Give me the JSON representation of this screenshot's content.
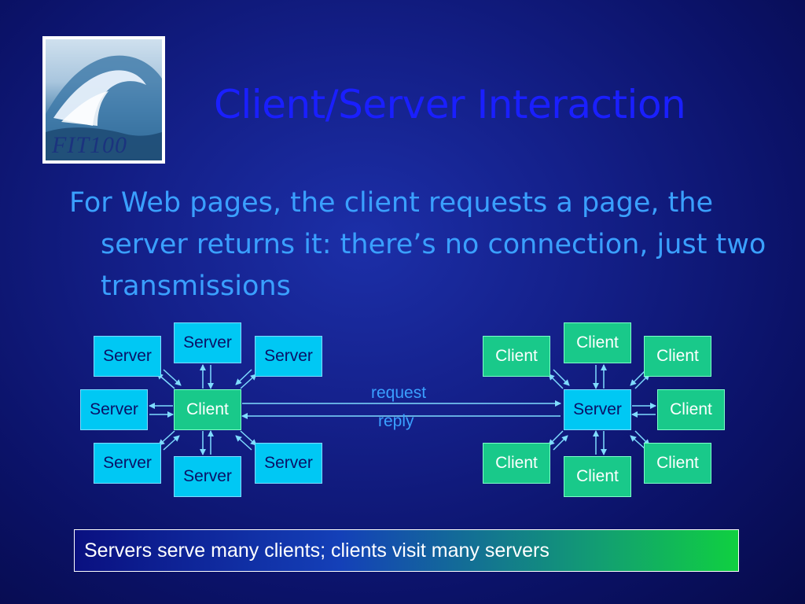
{
  "slide": {
    "title": "Client/Server Interaction",
    "body": "For Web pages, the client requests a page, the server returns it: there’s no connection, just two transmissions",
    "logo_text": "FIT100",
    "caption": "Servers serve many clients; clients visit many servers"
  },
  "left_cluster": {
    "center": "Client",
    "satellites": [
      "Server",
      "Server",
      "Server",
      "Server",
      "Server",
      "Server",
      "Server"
    ]
  },
  "right_cluster": {
    "center": "Server",
    "satellites": [
      "Client",
      "Client",
      "Client",
      "Client",
      "Client",
      "Client",
      "Client"
    ]
  },
  "link": {
    "request_label": "request",
    "reply_label": "reply"
  },
  "colors": {
    "server_box": "#00c8f4",
    "client_box": "#19c98a",
    "title": "#1a1fff",
    "body_text": "#3aa0ff",
    "arrow": "#7fdcff"
  }
}
